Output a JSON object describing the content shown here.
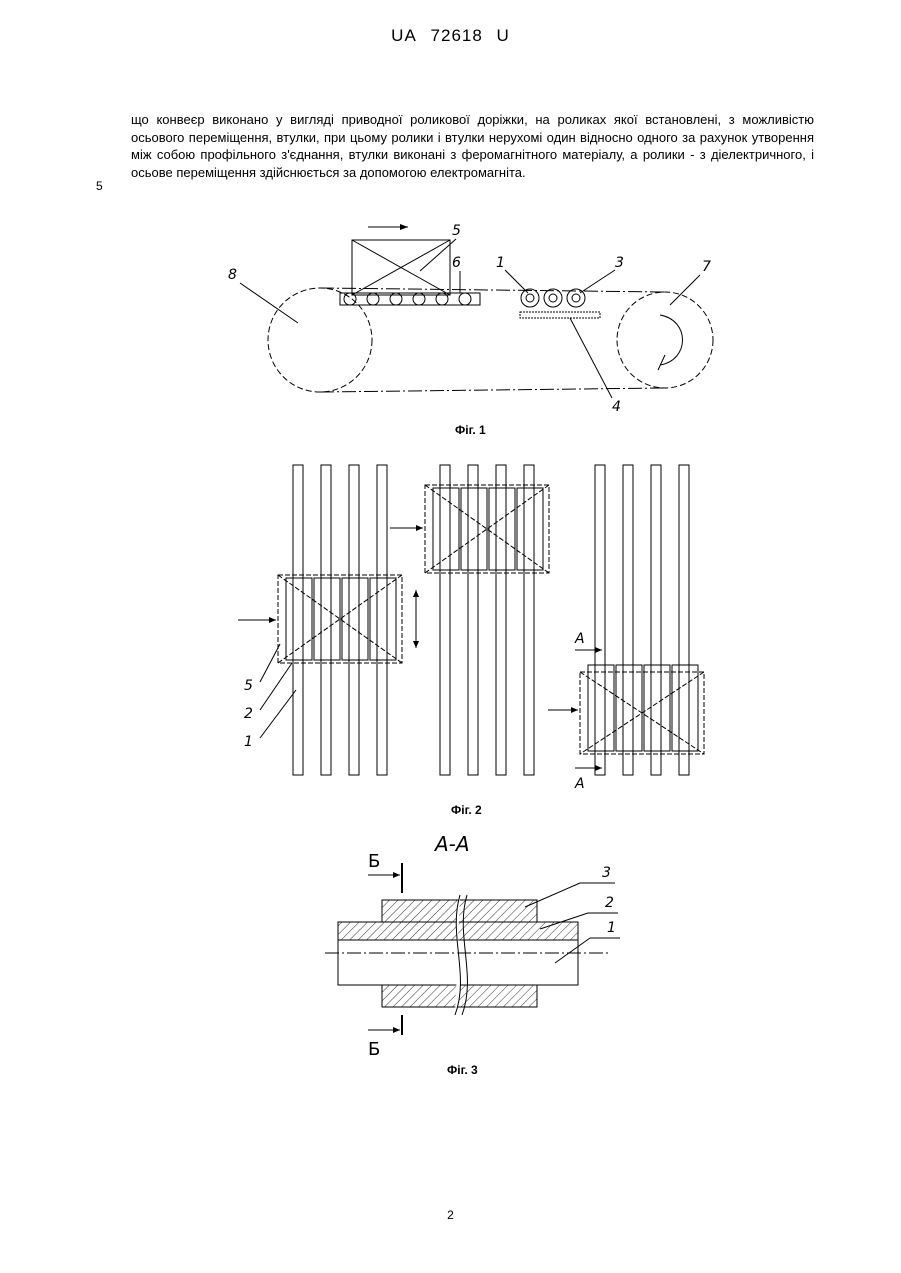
{
  "header": {
    "country": "UA",
    "number": "72618",
    "kind": "U"
  },
  "body": {
    "paragraph": "що конвеєр виконано у вигляді приводної роликової доріжки, на роликах якої встановлені, з можливістю осьового переміщення, втулки, при цьому ролики і втулки нерухомі один відносно одного за рахунок утворення між собою профільного з'єднання, втулки виконані з феромагнітного матеріалу, а ролики - з діелектричного, і осьове переміщення здійснюється за допомогою електромагніта.",
    "line_number": "5"
  },
  "figures": {
    "fig1": {
      "caption": "Фіг. 1",
      "labels": [
        "8",
        "5",
        "6",
        "1",
        "3",
        "7",
        "4"
      ]
    },
    "fig2": {
      "caption": "Фіг. 2",
      "labels": [
        "5",
        "2",
        "1",
        "А",
        "А"
      ]
    },
    "fig3": {
      "caption": "Фіг. 3",
      "section_title": "А-А",
      "labels": [
        "Б",
        "Б",
        "3",
        "2",
        "1"
      ]
    }
  },
  "footer": {
    "page_number": "2"
  }
}
